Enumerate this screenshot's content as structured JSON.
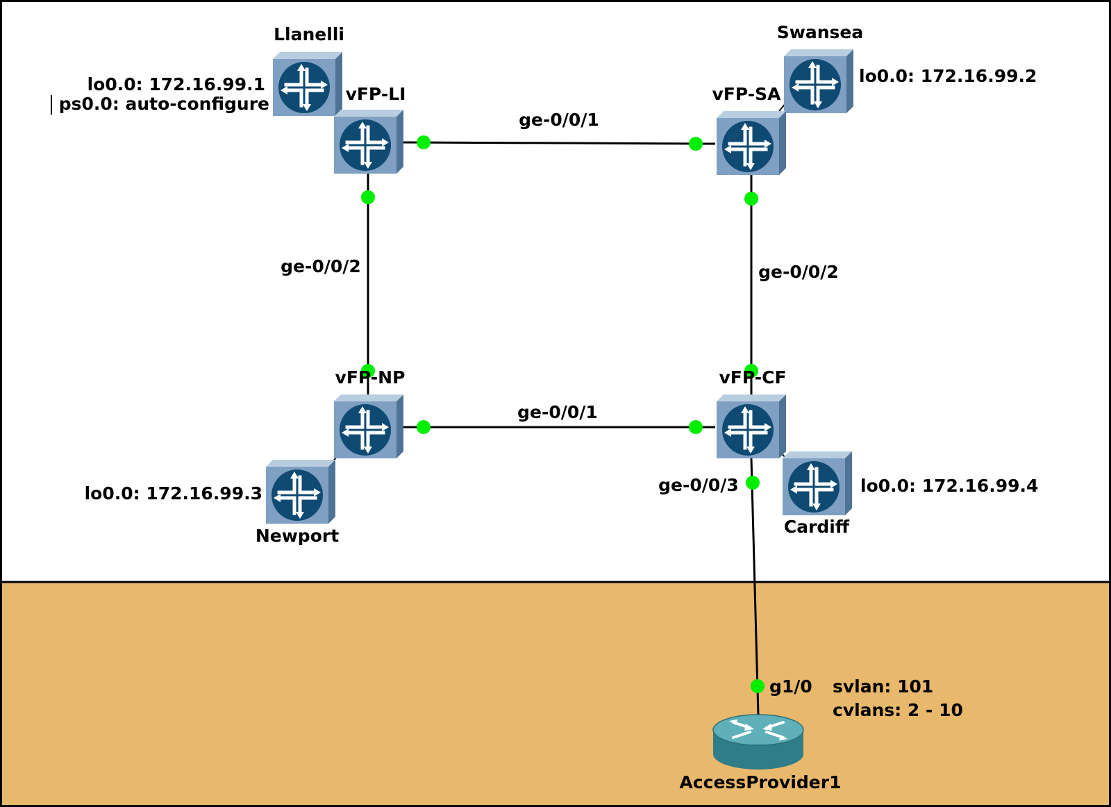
{
  "colors": {
    "frame": "#000000",
    "zone_top": "#ffffff",
    "zone_bottom": "#e8b86c",
    "link": "#000000",
    "port_dot": "#00ee00",
    "device_face": "#7fa0c2",
    "device_disk": "#0f4a72",
    "device_arrow": "#ffffff",
    "router_body": "#3a8d98"
  },
  "icons": {
    "juniper_device": "router-icon",
    "access_router": "cisco-router-icon"
  },
  "devices": {
    "vfp_li": "vFP-LI",
    "vfp_sa": "vFP-SA",
    "vfp_np": "vFP-NP",
    "vfp_cf": "vFP-CF",
    "llanelli": "Llanelli",
    "swansea": "Swansea",
    "newport": "Newport",
    "cardiff": "Cardiff",
    "access_provider": "AccessProvider1"
  },
  "links": {
    "li_sa": "ge-0/0/1",
    "np_cf": "ge-0/0/1",
    "li_np": "ge-0/0/2",
    "sa_cf": "ge-0/0/2",
    "cf_access": "ge-0/0/3",
    "access_port": "g1/0"
  },
  "notes": {
    "llanelli_lo": "lo0.0: 172.16.99.1",
    "llanelli_ps": "ps0.0: auto-configure",
    "swansea_lo": "lo0.0: 172.16.99.2",
    "newport_lo": "lo0.0: 172.16.99.3",
    "cardiff_lo": "lo0.0: 172.16.99.4",
    "svlan": "svlan: 101",
    "cvlans": "cvlans: 2 - 10"
  }
}
